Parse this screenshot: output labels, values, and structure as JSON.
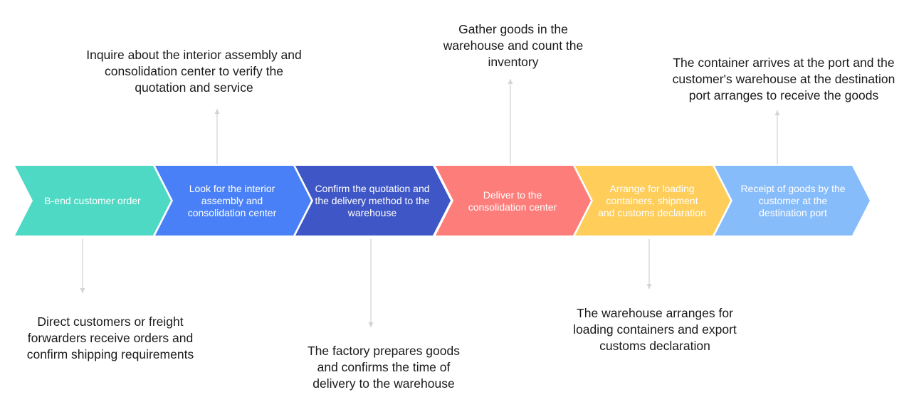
{
  "steps": [
    {
      "label": "B-end customer order",
      "color": "#4ed9c4"
    },
    {
      "label": "Look for the interior assembly and consolidation center",
      "color": "#4980f7"
    },
    {
      "label": "Confirm the quotation and the delivery method to the warehouse",
      "color": "#3f56c6"
    },
    {
      "label": "Deliver to the consolidation center",
      "color": "#fd7d7a"
    },
    {
      "label": "Arrange for loading containers, shipment and customs declaration",
      "color": "#fecd5a"
    },
    {
      "label": "Receipt of goods by the customer at the destination port",
      "color": "#87bcfb"
    }
  ],
  "notes": [
    {
      "text": "Direct customers or freight forwarders receive orders and confirm shipping requirements"
    },
    {
      "text": "Inquire about the interior assembly and consolidation center to verify the quotation and service"
    },
    {
      "text": "The factory prepares goods and confirms the time of delivery to the warehouse"
    },
    {
      "text": "Gather goods in the warehouse and count the inventory"
    },
    {
      "text": "The warehouse arranges for loading containers and export customs declaration"
    },
    {
      "text": "The container arrives at the port and the customer's warehouse at the destination port arranges to receive the goods"
    }
  ],
  "connector_color": "#d4d4d4"
}
